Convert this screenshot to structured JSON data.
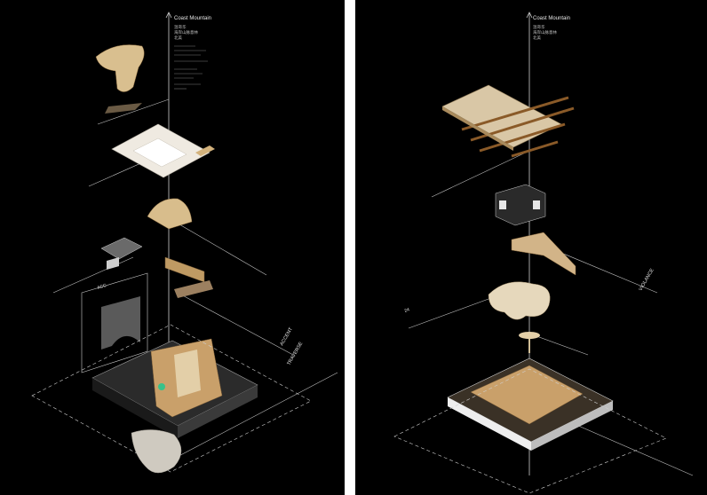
{
  "left_panel": {
    "axis_title": "Coast Mountain",
    "axis_sub": [
      "温哥华",
      "海岸山脉意林",
      "北美"
    ],
    "label_acc": "ACC",
    "label_accent": "ACCENT",
    "label_traverse": "TRAVERSE"
  },
  "right_panel": {
    "axis_title": "Coast Mountain",
    "axis_sub": [
      "温哥华",
      "海岸山脉意林",
      "北美"
    ],
    "label_violance": "VIOLANCE",
    "label_24": "24"
  },
  "colors": {
    "background": "#000000",
    "line": "#cfcfcf",
    "wood": "#c9a06a",
    "wood_light": "#e3cfa8",
    "paper": "#eeeae2",
    "dark_block": "#2a2a2a"
  }
}
